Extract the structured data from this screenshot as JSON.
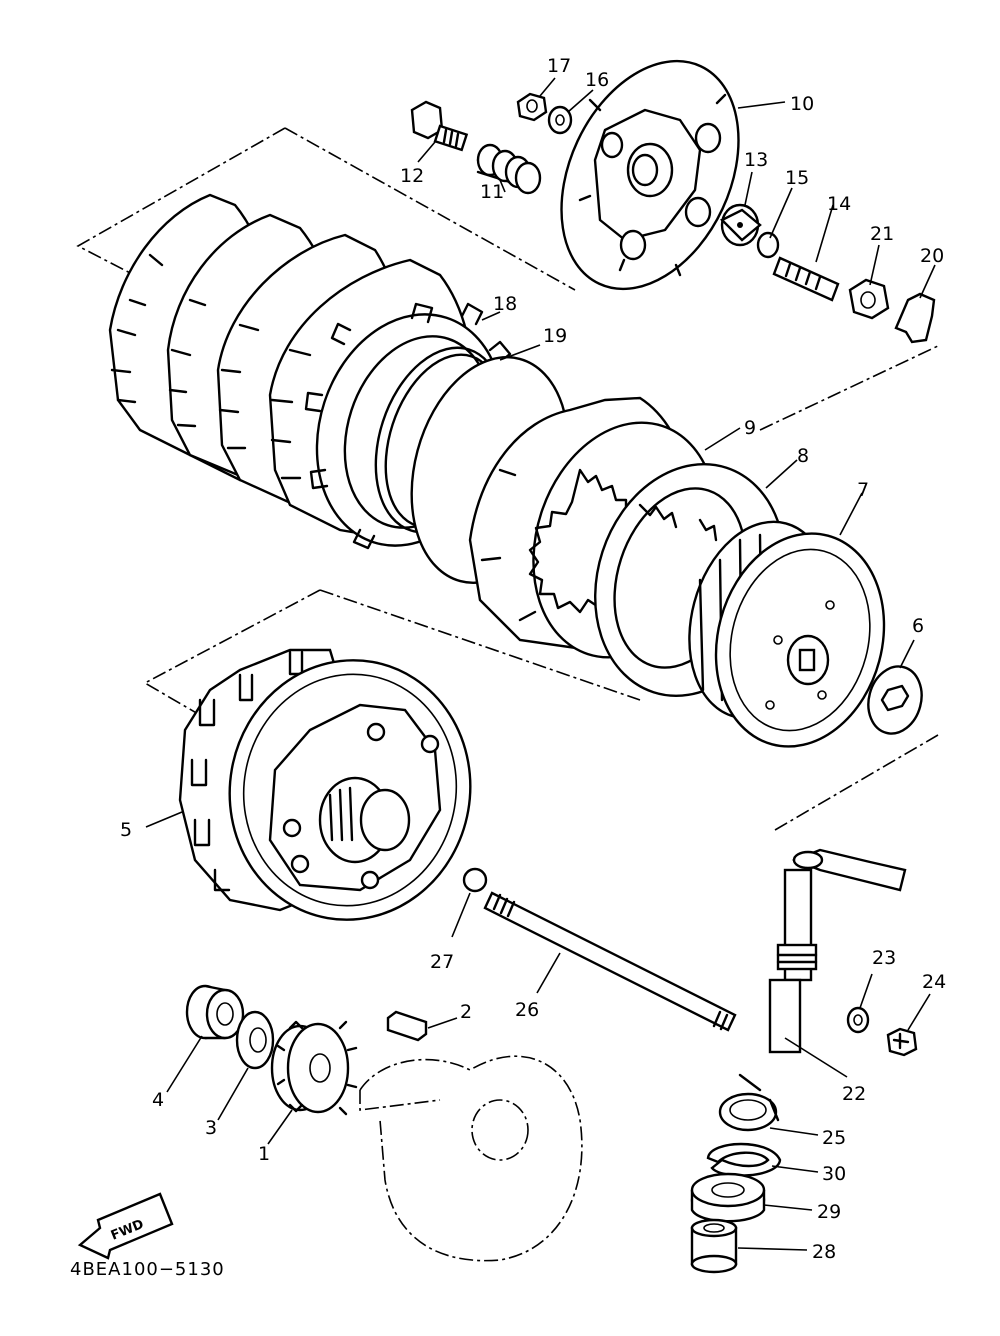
{
  "diagram": {
    "code": "4BEA100−5130",
    "fwd_label": "FWD",
    "labels": [
      "1",
      "2",
      "3",
      "4",
      "5",
      "6",
      "7",
      "8",
      "9",
      "10",
      "11",
      "12",
      "13",
      "14",
      "15",
      "16",
      "17",
      "18",
      "19",
      "20",
      "21",
      "22",
      "23",
      "24",
      "25",
      "26",
      "27",
      "28",
      "29",
      "30"
    ]
  }
}
